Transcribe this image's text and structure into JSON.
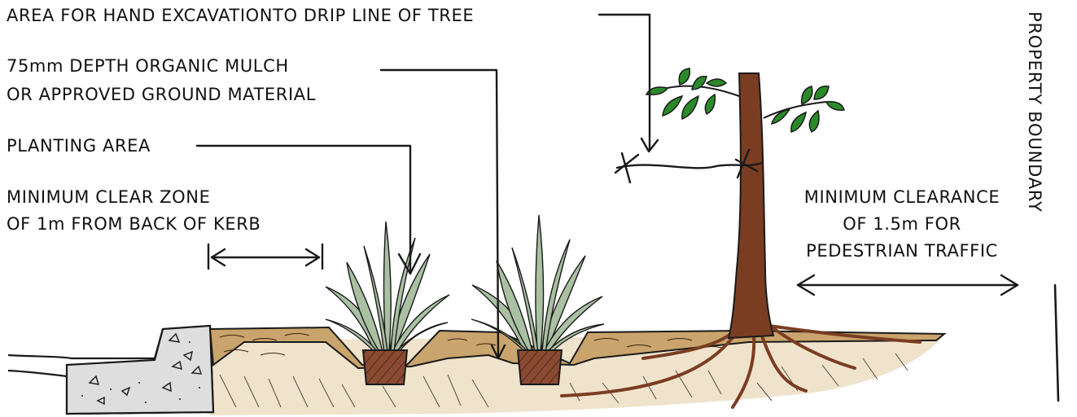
{
  "labels": {
    "hand_excavation": "AREA FOR HAND EXCAVATIONTO DRIP LINE OF TREE",
    "mulch_line1": "75mm DEPTH ORGANIC MULCH",
    "mulch_line2": "OR APPROVED GROUND MATERIAL",
    "planting_area": "PLANTING AREA",
    "clear_zone_line1": "MINIMUM CLEAR ZONE",
    "clear_zone_line2": "OF 1m FROM BACK OF KERB",
    "clearance_line1": "MINIMUM CLEARANCE",
    "clearance_line2": "OF 1.5m FOR",
    "clearance_line3": "PEDESTRIAN TRAFFIC",
    "property_boundary": "PROPERTY BOUNDARY"
  },
  "colors": {
    "ink": "#111111",
    "soil": "#f0e3cc",
    "mulch": "#c9a46c",
    "concrete": "#dedede",
    "trunk": "#7a3d22",
    "leaf": "#2a8a2a",
    "grass": "#a9c0a3",
    "pot": "#8a4a32"
  }
}
